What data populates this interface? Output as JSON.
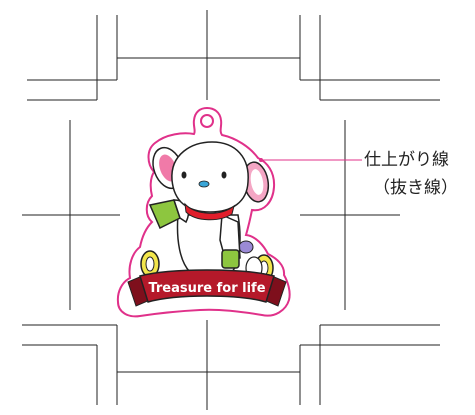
{
  "callout": {
    "line1": "仕上がり線",
    "line2": "（抜き線）"
  },
  "banner": {
    "text": "Treasure for life"
  },
  "colors": {
    "cut_line": "#e0318a",
    "crop_marks": "#222222",
    "banner_red": "#b5192a",
    "ear_pink": "#f07aa8",
    "collar_red": "#e01e2b",
    "sleeve_green": "#8dc63f",
    "ring_yellow": "#f2e64b"
  },
  "icons": {
    "character": "dog-mascot-keychain-icon",
    "ring_hole": "keyring-hole-icon"
  }
}
